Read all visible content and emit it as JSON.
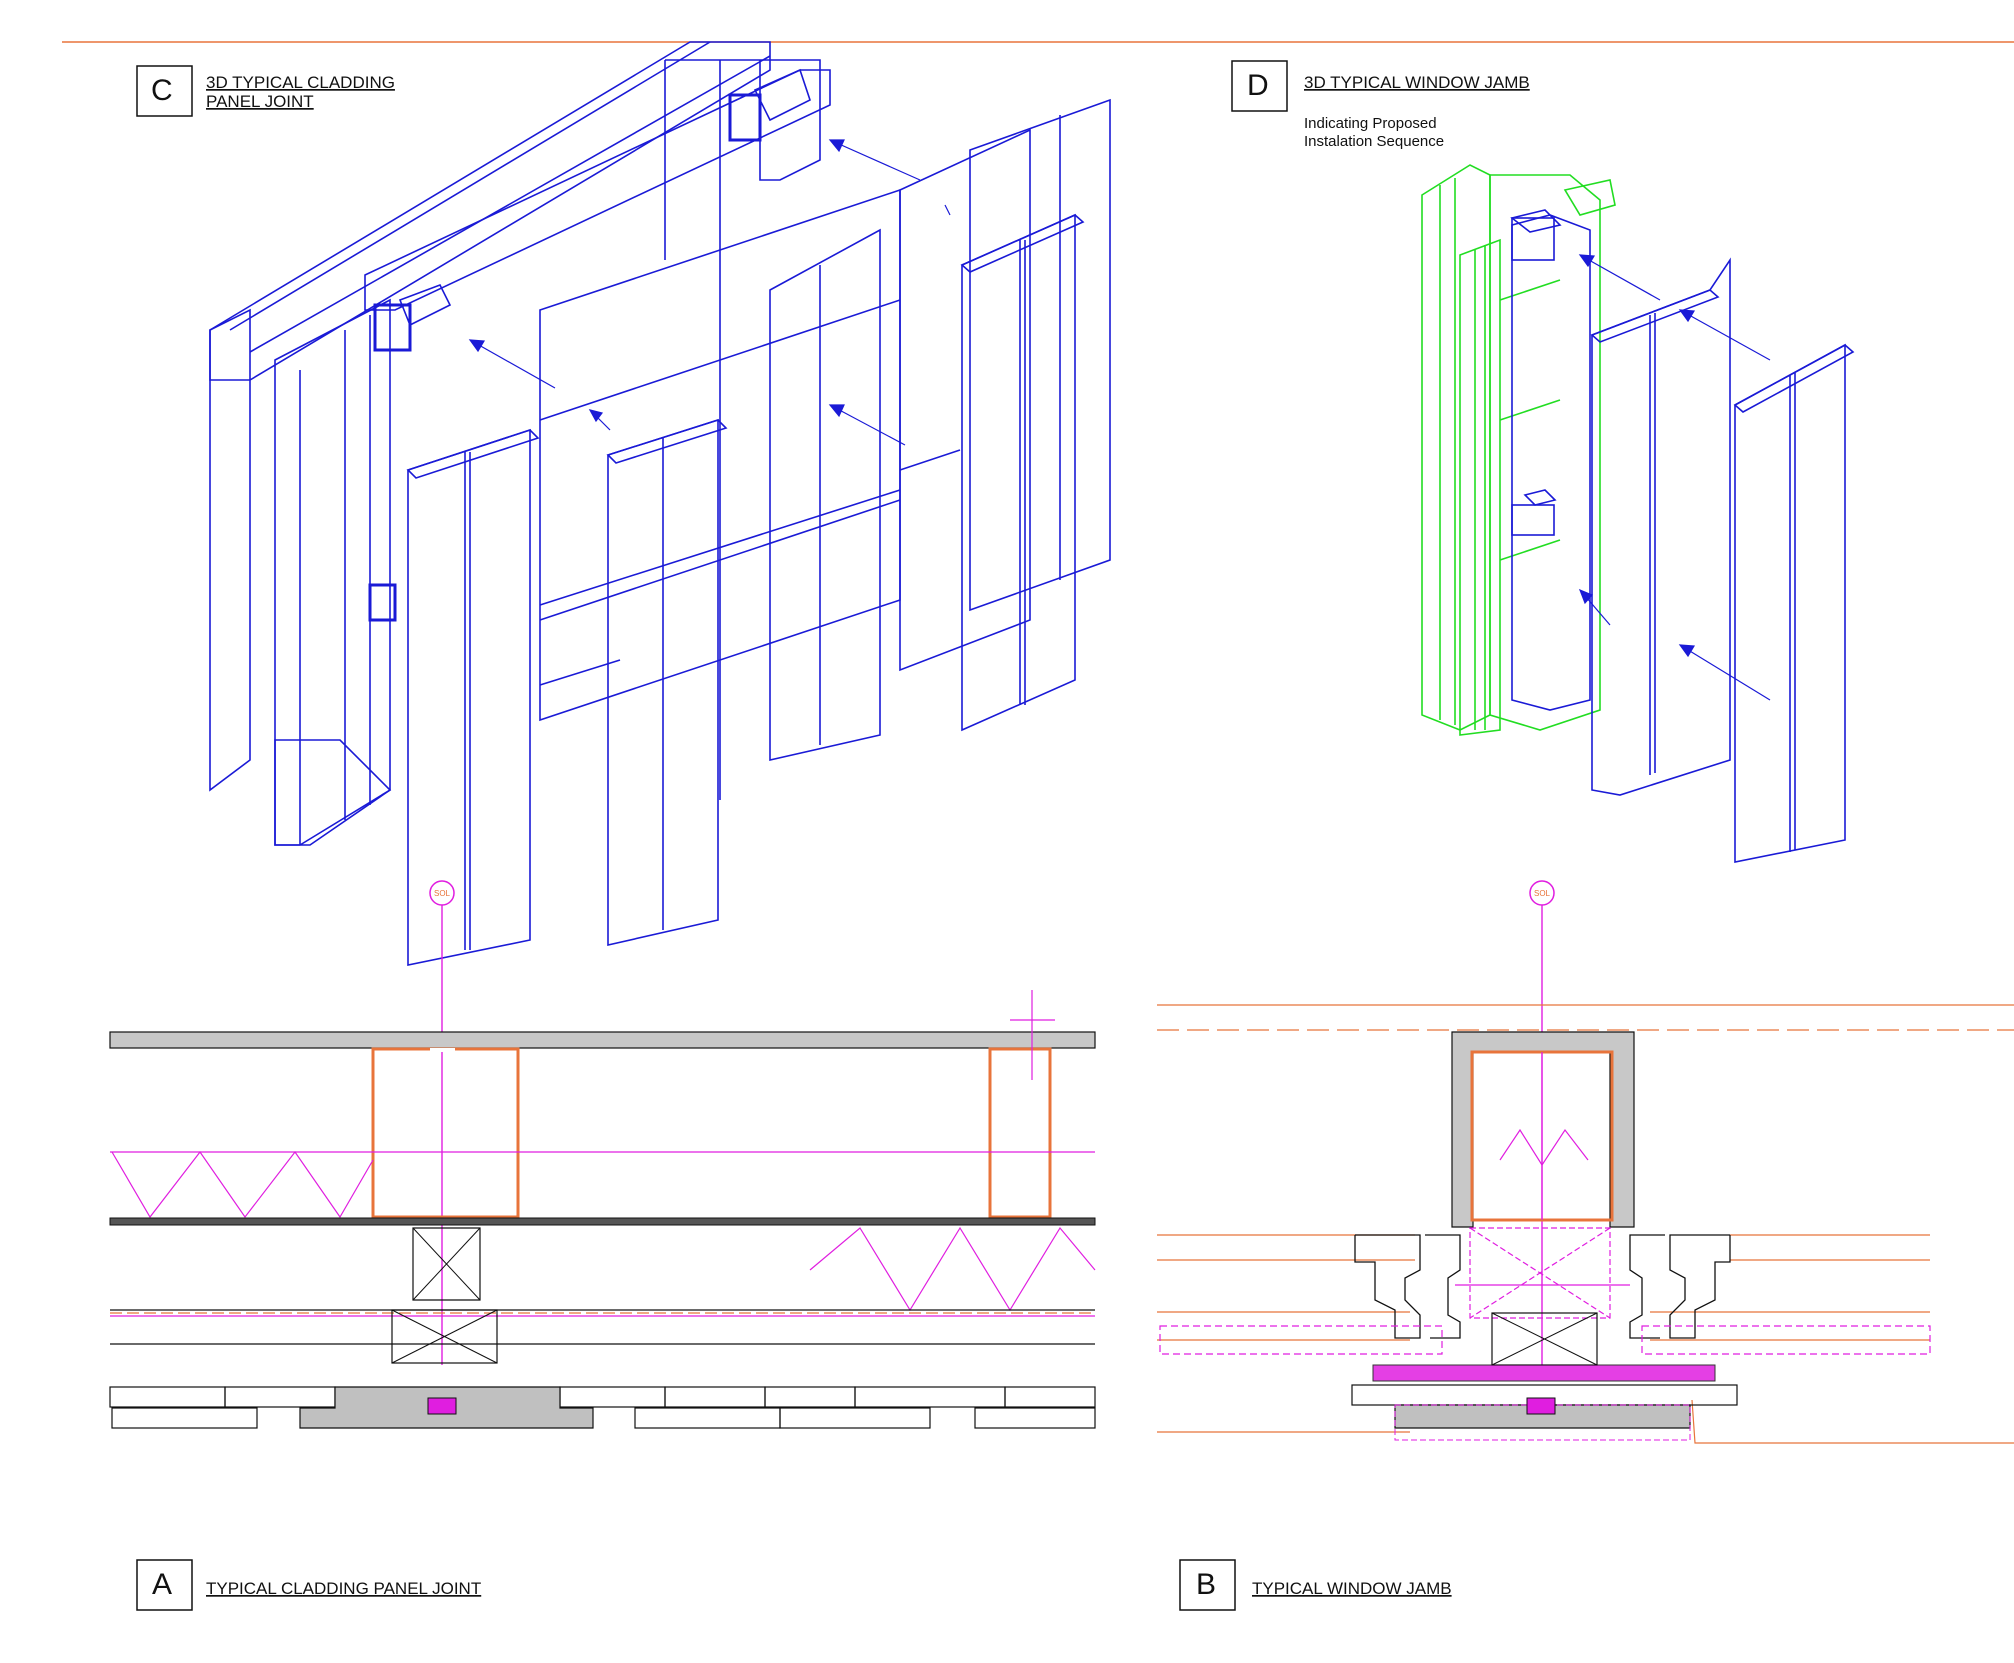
{
  "views": {
    "c": {
      "key": "C",
      "title_line1": "3D TYPICAL CLADDING",
      "title_line2": "PANEL JOINT"
    },
    "d": {
      "key": "D",
      "title": "3D TYPICAL WINDOW JAMB",
      "note_line1": "Indicating Proposed",
      "note_line2": "Instalation Sequence"
    },
    "a": {
      "key": "A",
      "title": "TYPICAL CLADDING PANEL JOINT"
    },
    "b": {
      "key": "B",
      "title": "TYPICAL WINDOW JAMB"
    }
  },
  "sol_marker": "SOL",
  "colors": {
    "frame_blue": "#1a1ad6",
    "window_green": "#22dd22",
    "section_orange": "#e8743b",
    "axis_magenta": "#e01ee0",
    "fill_grey": "#c0c0c0",
    "ink": "#111111"
  }
}
